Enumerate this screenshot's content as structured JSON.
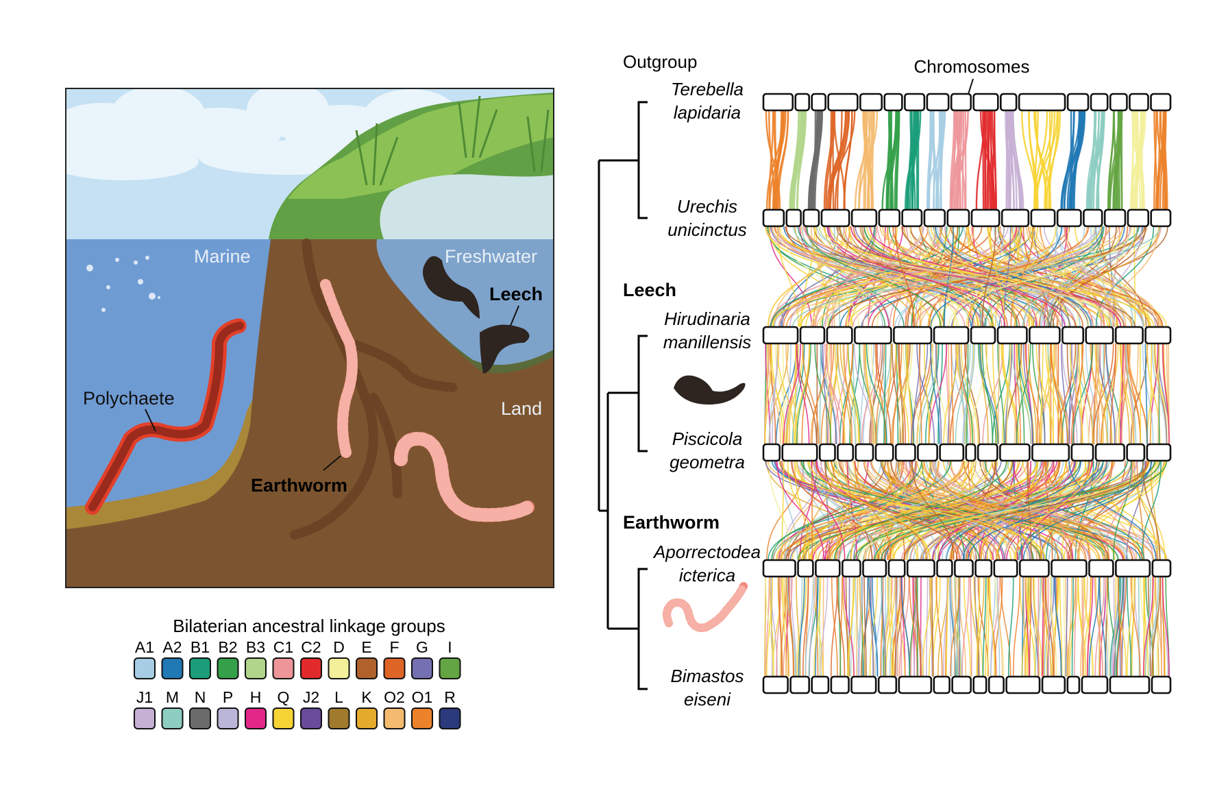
{
  "scene": {
    "labels": {
      "marine": "Marine",
      "freshwater": "Freshwater",
      "land": "Land",
      "polychaete": "Polychaete",
      "earthworm": "Earthworm",
      "leech": "Leech"
    },
    "colors": {
      "sky": "#c5e1f3",
      "marine_water": "#6f9bd3",
      "freshwater_surface": "#cfe4e6",
      "freshwater_water": "#7ea3cb",
      "soil": "#7c5530",
      "soil_dark": "#6a4424",
      "grass": "#62a045",
      "grass_light": "#8cc255",
      "sand": "#a9883a",
      "earthworm": "#f08a7c",
      "polychaete": "#c83a26",
      "leech": "#2e2520"
    }
  },
  "legend": {
    "title": "Bilaterian ancestral linkage groups",
    "rows": [
      [
        {
          "key": "A1",
          "color": "#a6cde3"
        },
        {
          "key": "A2",
          "color": "#2079b5"
        },
        {
          "key": "B1",
          "color": "#1b9d7a"
        },
        {
          "key": "B2",
          "color": "#34a04a"
        },
        {
          "key": "B3",
          "color": "#b1d68b"
        },
        {
          "key": "C1",
          "color": "#ed9599"
        },
        {
          "key": "C2",
          "color": "#e12a2b"
        },
        {
          "key": "D",
          "color": "#f3ef9a"
        },
        {
          "key": "E",
          "color": "#b0612c"
        },
        {
          "key": "F",
          "color": "#de6526"
        },
        {
          "key": "G",
          "color": "#7570b2"
        },
        {
          "key": "I",
          "color": "#64a543"
        }
      ],
      [
        {
          "key": "J1",
          "color": "#c6b0d4"
        },
        {
          "key": "M",
          "color": "#8ecdc2"
        },
        {
          "key": "N",
          "color": "#6b6b6b"
        },
        {
          "key": "P",
          "color": "#bab6d8"
        },
        {
          "key": "H",
          "color": "#e22789"
        },
        {
          "key": "Q",
          "color": "#f7d435"
        },
        {
          "key": "J2",
          "color": "#6a4a9b"
        },
        {
          "key": "L",
          "color": "#a07b2d"
        },
        {
          "key": "K",
          "color": "#e5ab2b"
        },
        {
          "key": "O2",
          "color": "#f4ba6f"
        },
        {
          "key": "O1",
          "color": "#ec822a"
        },
        {
          "key": "R",
          "color": "#2a3a7c"
        }
      ]
    ]
  },
  "tree": {
    "chromosomes_label": "Chromosomes",
    "clades": [
      {
        "name": "Outgroup",
        "bold": false,
        "species": [
          {
            "genus": "Terebella",
            "epithet": "lapidaria",
            "chromosome_count": 17,
            "relative_sizes": [
              3,
              1.4,
              1.4,
              3,
              2.2,
              1.8,
              2,
              2.2,
              2,
              2.5,
              1.6,
              4.7,
              2.1,
              1.7,
              1.7,
              1.9
            ]
          },
          {
            "genus": "Urechis",
            "epithet": "unicinctus",
            "chromosome_count": 17,
            "relative_sizes": [
              2,
              1.4,
              1.5,
              2.7,
              2.4,
              2,
              1.9,
              2,
              2.1,
              2.7,
              2.6,
              2.3,
              2.3,
              1.8,
              2,
              2,
              1.9
            ]
          }
        ]
      },
      {
        "name": "Leech",
        "bold": true,
        "species": [
          {
            "genus": "Hirudinaria",
            "epithet": "manillensis",
            "chromosome_count": 13,
            "relative_sizes": [
              3.3,
              2.3,
              2.4,
              3.5,
              3.6,
              3.3,
              2.3,
              2.8,
              2.9,
              2,
              2.6,
              2.6,
              2.4
            ]
          },
          {
            "genus": "Piscicola",
            "epithet": "geometra",
            "chromosome_count": 17,
            "relative_sizes": [
              1.6,
              3.4,
              1.5,
              1.5,
              1.7,
              1.7,
              1.9,
              1.9,
              2.3,
              0.9,
              1.9,
              2.9,
              3.6,
              2.1,
              2.8,
              1.7,
              2.3
            ]
          }
        ]
      },
      {
        "name": "Earthworm",
        "bold": true,
        "species": [
          {
            "genus": "Aporrectodea",
            "epithet": "icterica",
            "chromosome_count": 16,
            "relative_sizes": [
              3.2,
              1.5,
              2.4,
              1.8,
              2.3,
              1.6,
              2.7,
              1.5,
              1.8,
              1.6,
              2.3,
              2.9,
              3.5,
              2.4,
              3.4,
              1.8
            ]
          },
          {
            "genus": "Bimastos",
            "epithet": "eiseni",
            "chromosome_count": 17,
            "relative_sizes": [
              2.5,
              1.9,
              1.7,
              1.8,
              2.5,
              1.8,
              3.3,
              1.6,
              1.9,
              1.3,
              1.5,
              3.4,
              2.3,
              1.2,
              2.6,
              4,
              1.9
            ]
          }
        ]
      }
    ],
    "band_colors_outgroup": [
      "#ec822a",
      "#b1d68b",
      "#6b6b6b",
      "#de6526",
      "#f4ba6f",
      "#34a04a",
      "#1b9d7a",
      "#a6cde3",
      "#ed9599",
      "#e12a2b",
      "#c6b0d4",
      "#f7d435",
      "#2079b5",
      "#8ecdc2",
      "#64a543",
      "#f3ef9a"
    ],
    "mixed_palette": [
      "#f7d435",
      "#f4ba6f",
      "#ec822a",
      "#ed9599",
      "#e5ab2b",
      "#f3ef9a",
      "#de6526",
      "#e22789",
      "#a6cde3",
      "#b0612c",
      "#34a04a",
      "#7570b2",
      "#8ecdc2",
      "#c6b0d4",
      "#1b9d7a",
      "#2079b5"
    ]
  }
}
